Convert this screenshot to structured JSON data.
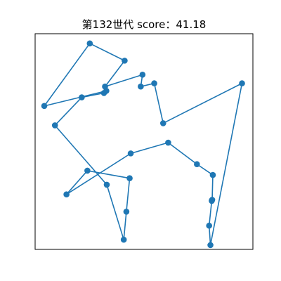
{
  "chart_data": {
    "type": "line",
    "title": "第132世代 score：41.18",
    "xlabel": "",
    "ylabel": "",
    "grid": false,
    "axis_ticks_visible": false,
    "xlim": [
      0,
      1
    ],
    "ylim": [
      0,
      1
    ],
    "series": [
      {
        "color": "#1f77b4",
        "marker": "circle",
        "closed": true,
        "x": [
          0.251,
          0.411,
          0.321,
          0.493,
          0.485,
          0.547,
          0.588,
          0.95,
          0.805,
          0.799,
          0.811,
          0.813,
          0.816,
          0.743,
          0.611,
          0.439,
          0.144,
          0.24,
          0.434,
          0.419,
          0.407,
          0.329,
          0.091,
          0.214,
          0.316,
          0.327,
          0.042
        ],
        "y": [
          0.955,
          0.875,
          0.755,
          0.81,
          0.755,
          0.77,
          0.585,
          0.77,
          0.02,
          0.11,
          0.225,
          0.23,
          0.345,
          0.395,
          0.495,
          0.445,
          0.255,
          0.365,
          0.33,
          0.175,
          0.045,
          0.3,
          0.575,
          0.705,
          0.725,
          0.735,
          0.665
        ]
      }
    ]
  }
}
